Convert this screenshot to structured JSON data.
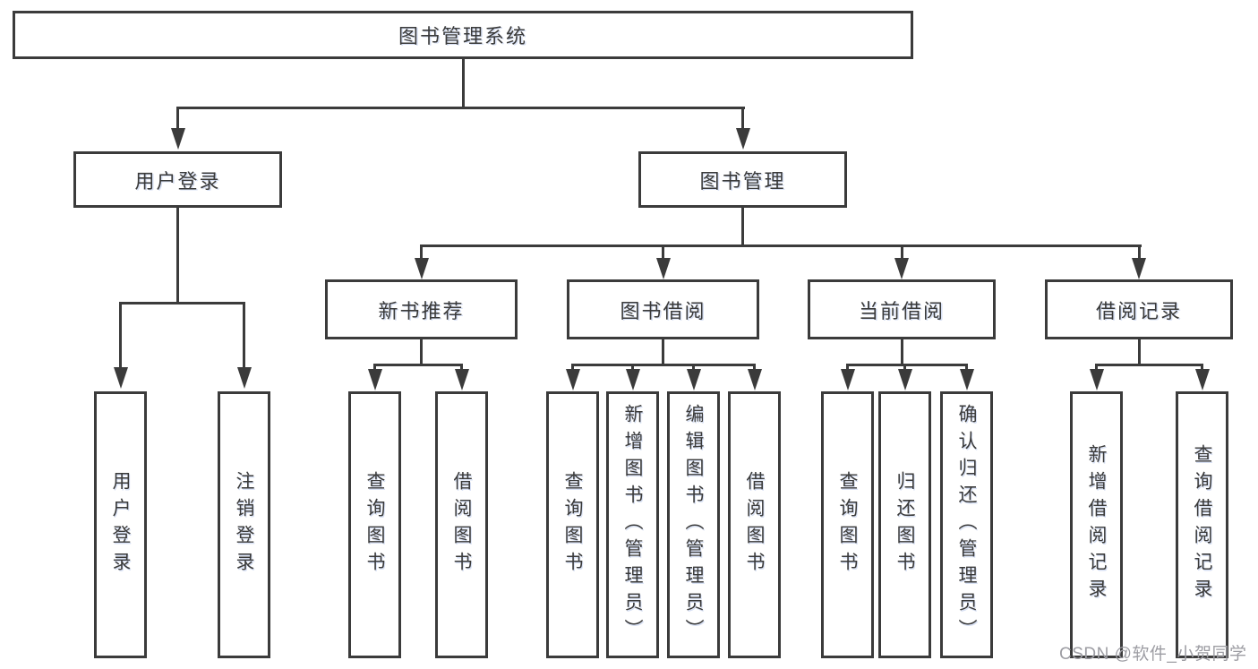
{
  "colors": {
    "line": "#3b3b3b",
    "text": "#3a3a3a",
    "bg": "#ffffff",
    "box-bg": "#ffffff",
    "watermark": "#9d9da3"
  },
  "diagram": {
    "root": {
      "label": "图书管理系统"
    },
    "level2": [
      {
        "label": "用户登录"
      },
      {
        "label": "图书管理"
      }
    ],
    "level3": [
      {
        "label": "新书推荐"
      },
      {
        "label": "图书借阅"
      },
      {
        "label": "当前借阅"
      },
      {
        "label": "借阅记录"
      }
    ],
    "leaves": {
      "login": [
        {
          "label": "用户登录"
        },
        {
          "label": "注销登录"
        }
      ],
      "newbook": [
        {
          "label": "查询图书"
        },
        {
          "label": "借阅图书"
        }
      ],
      "borrow": [
        {
          "label": "查询图书"
        },
        {
          "label": "新增图书（管理员）"
        },
        {
          "label": "编辑图书（管理员）"
        },
        {
          "label": "借阅图书"
        }
      ],
      "current": [
        {
          "label": "查询图书"
        },
        {
          "label": "归还图书"
        },
        {
          "label": "确认归还（管理员）"
        }
      ],
      "records": [
        {
          "label": "新增借阅记录"
        },
        {
          "label": "查询借阅记录"
        }
      ]
    },
    "watermark": "CSDN @软件_小贺同学"
  }
}
